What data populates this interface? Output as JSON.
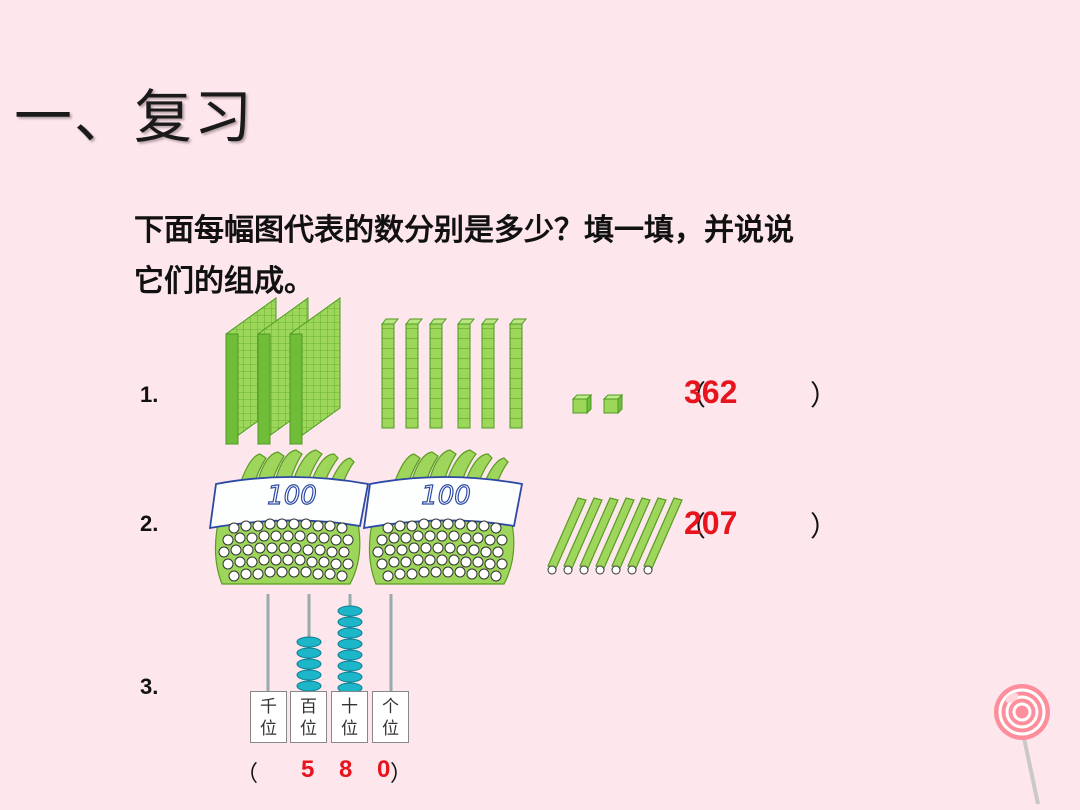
{
  "title": "一、复习",
  "question_line1": "下面每幅图代表的数分别是多少？填一填，并说说",
  "question_line2": "它们的组成。",
  "items": [
    {
      "label": "1.",
      "paren_open": "（",
      "paren_close": "）",
      "answer": "362",
      "blocks": {
        "hundreds": 3,
        "tens": 6,
        "ones": 2
      }
    },
    {
      "label": "2.",
      "paren_open": "（",
      "paren_close": "）",
      "answer": "207",
      "bundle_label": "100",
      "bundles": 2,
      "single_sticks": 7
    },
    {
      "label": "3.",
      "paren_open": "（",
      "paren_close": "）",
      "digits": [
        "5",
        "8",
        "0"
      ],
      "place_headers": [
        {
          "top": "千",
          "bottom": "位"
        },
        {
          "top": "百",
          "bottom": "位"
        },
        {
          "top": "十",
          "bottom": "位"
        },
        {
          "top": "个",
          "bottom": "位"
        }
      ],
      "abacus_beads": [
        0,
        5,
        8,
        0
      ]
    }
  ],
  "colors": {
    "background": "#fde6ec",
    "answer": "#e8141d",
    "block_green": "#8fd14f",
    "bead_teal": "#19b6c9"
  }
}
